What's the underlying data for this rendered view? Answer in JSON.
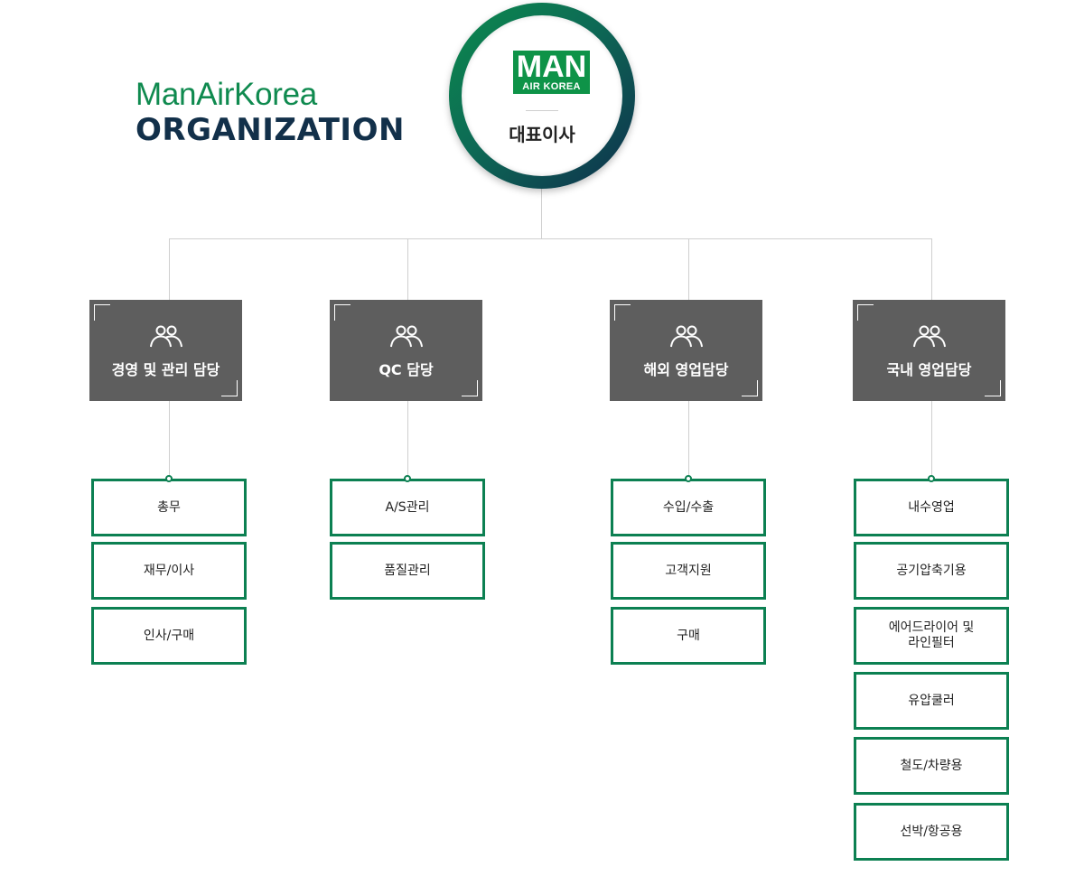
{
  "header": {
    "subtitle": "ManAirKorea",
    "title": "ORGANIZATION"
  },
  "ceo": {
    "logo_main": "MAN",
    "logo_sub": "AIR KOREA",
    "label": "대표이사"
  },
  "colors": {
    "brand_green": "#0e9348",
    "navy": "#12304a",
    "dept_bg": "#5e5e5e",
    "sub_border": "#0c8052",
    "connector": "#cfcfcf"
  },
  "departments": [
    {
      "icon": "people-icon",
      "label": "경영 및 관리 담당",
      "teams": [
        "총무",
        "재무/이사",
        "인사/구매"
      ]
    },
    {
      "icon": "people-icon",
      "label": "QC 담당",
      "teams": [
        "A/S관리",
        "품질관리"
      ]
    },
    {
      "icon": "people-icon",
      "label": "해외 영업담당",
      "teams": [
        "수입/수출",
        "고객지원",
        "구매"
      ]
    },
    {
      "icon": "people-icon",
      "label": "국내 영업담당",
      "teams": [
        "내수영업",
        "공기압축기용",
        "에어드라이어 및\n라인필터",
        "유압쿨러",
        "철도/차량용",
        "선박/항공용"
      ]
    }
  ]
}
